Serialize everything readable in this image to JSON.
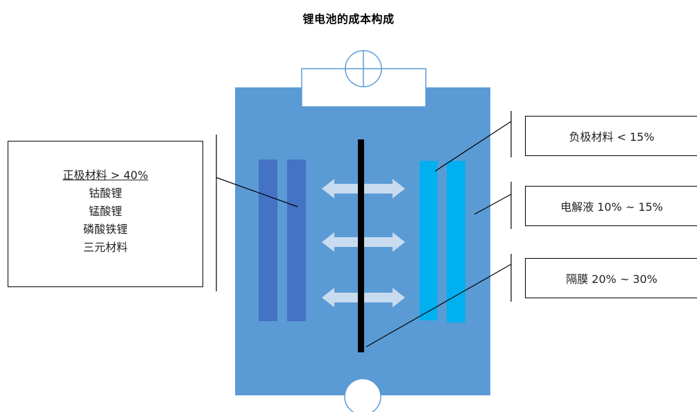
{
  "title": "锂电池的成本构成",
  "cathode": {
    "heading": "正极材料 > 40%",
    "items": [
      "钴酸锂",
      "锰酸锂",
      "磷酸铁锂",
      "三元材料"
    ]
  },
  "anode_label": "负极材料 < 15%",
  "electrolyte_label": "电解液 10% ~ 15%",
  "separator_label": "隔膜 20% ~ 30%",
  "colors": {
    "battery_body": "#5b9bd5",
    "cathode_plates": "#4472c4",
    "anode_plates": "#00b0f0",
    "arrows": "#c9dbee",
    "separator": "#000000"
  }
}
